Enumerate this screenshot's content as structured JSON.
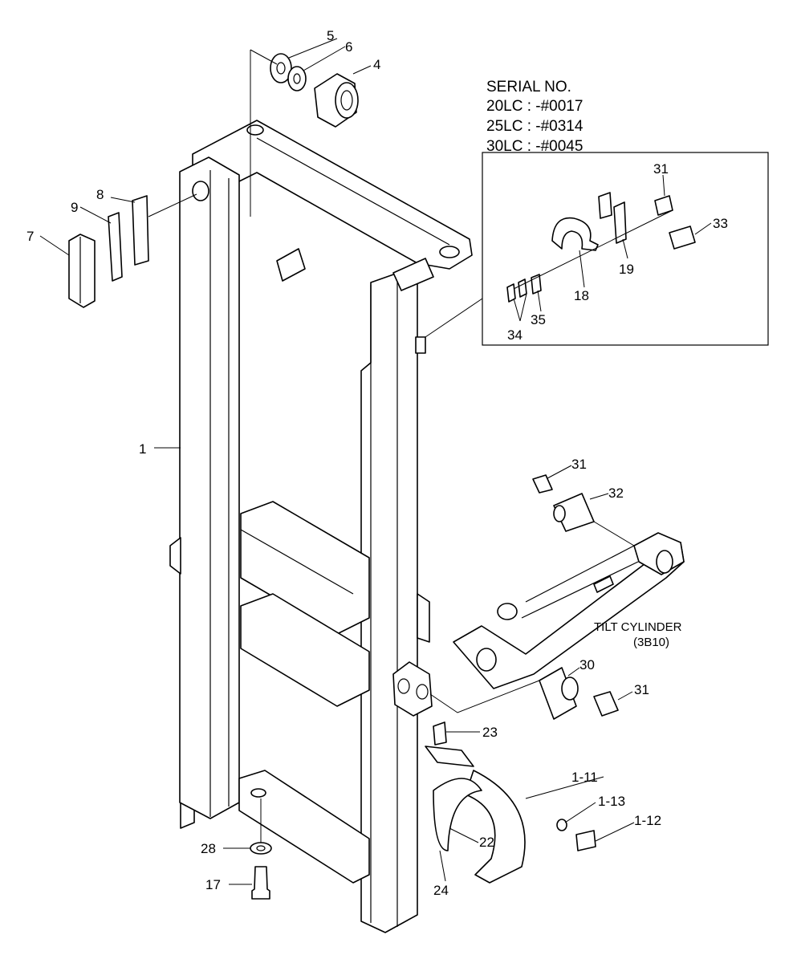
{
  "serial": {
    "heading": "SERIAL NO.",
    "lines": [
      "20LC : -#0017",
      "25LC : -#0314",
      "30LC : -#0045"
    ]
  },
  "tilt_cylinder": {
    "line1": "TILT CYLINDER",
    "line2": "(3B10)"
  },
  "callouts": {
    "p1": "1",
    "p4": "4",
    "p5": "5",
    "p6": "6",
    "p7": "7",
    "p8": "8",
    "p9": "9",
    "p17": "17",
    "p18": "18",
    "p19": "19",
    "p22": "22",
    "p23": "23",
    "p24": "24",
    "p28": "28",
    "p30": "30",
    "p31_box": "31",
    "p31_upper": "31",
    "p31_lower": "31",
    "p32": "32",
    "p33": "33",
    "p34": "34",
    "p35": "35",
    "p1_11": "1-11",
    "p1_12": "1-12",
    "p1_13": "1-13"
  }
}
